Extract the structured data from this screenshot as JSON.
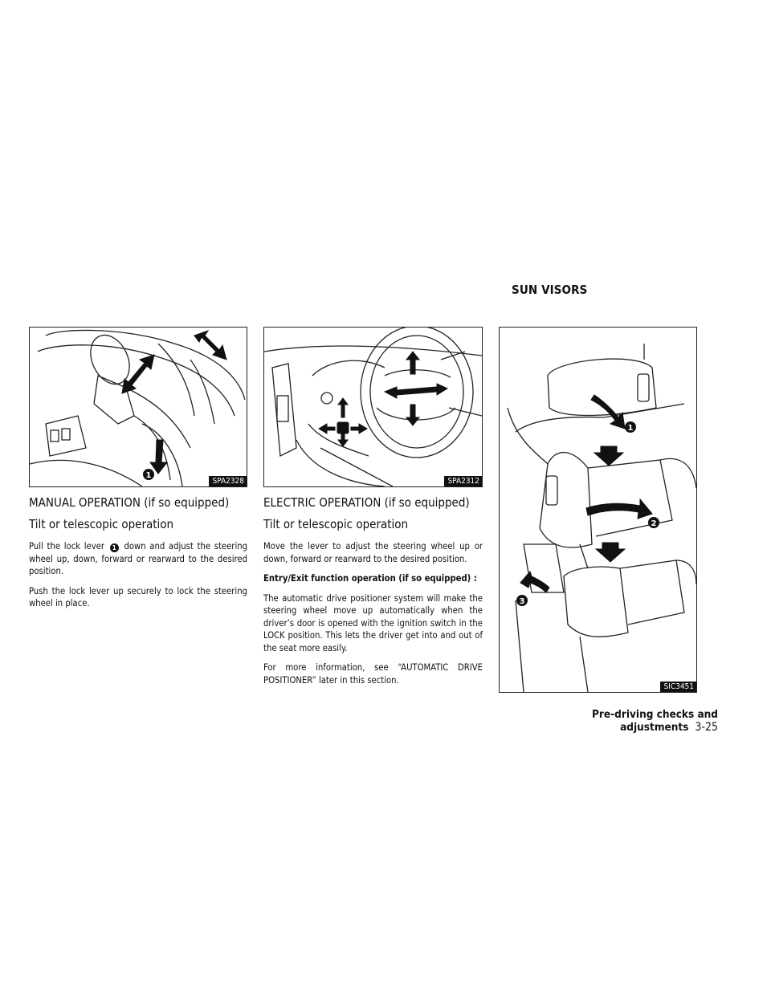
{
  "section_title": "SUN VISORS",
  "figures": {
    "manual": {
      "code": "SPA2328",
      "callout": "1"
    },
    "electric": {
      "code": "SPA2312"
    },
    "sunvisor": {
      "code": "SIC3451",
      "callouts": [
        "1",
        "2",
        "3"
      ]
    }
  },
  "manual_operation": {
    "heading": "MANUAL OPERATION (if so equipped)",
    "subheading": "Tilt or telescopic operation",
    "p1_before": "Pull the lock lever",
    "p1_marker": "1",
    "p1_after": "down and adjust the steering wheel up, down, forward or rearward to the desired position.",
    "p2": "Push the lock lever up securely to lock the steering wheel in place."
  },
  "electric_operation": {
    "heading": "ELECTRIC OPERATION (if so equipped)",
    "subheading": "Tilt or telescopic operation",
    "p1": "Move the lever to adjust the steering wheel up or down, forward or rearward to the desired position.",
    "p2": "Entry/Exit function operation (if so equipped) :",
    "p3": "The automatic drive positioner system will make the steering wheel move up automatically when the driver’s door is opened with the ignition switch in the LOCK position. This lets the driver get into and out of the seat more easily.",
    "p4": "For more information, see “AUTOMATIC DRIVE POSITIONER” later in this section."
  },
  "footer": {
    "chapter": "Pre-driving checks and adjustments",
    "page": "3-25"
  }
}
